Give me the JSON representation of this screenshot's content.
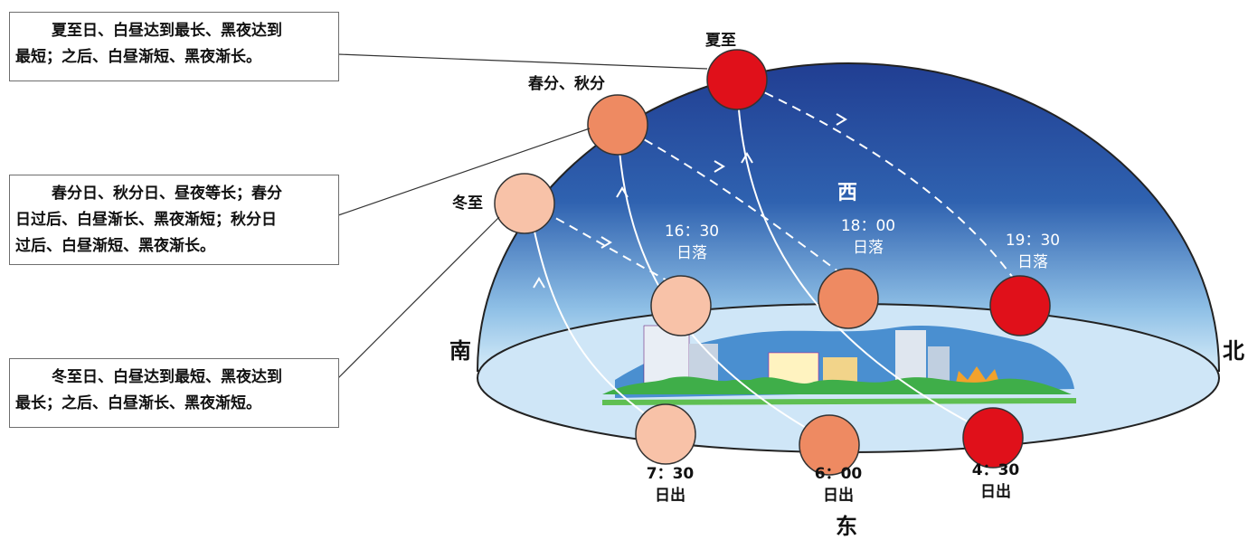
{
  "notes": {
    "summer": {
      "line1": "夏至日、白昼达到最长、黑夜达到",
      "line2": "最短；之后、白昼渐短、黑夜渐长。"
    },
    "equinox": {
      "line1": "春分日、秋分日、昼夜等长；春分",
      "line2": "日过后、白昼渐长、黑夜渐短；秋分日",
      "line3": "过后、白昼渐短、黑夜渐长。"
    },
    "winter": {
      "line1": "冬至日、白昼达到最短、黑夜达到",
      "line2": "最长；之后、白昼渐长、黑夜渐短。"
    }
  },
  "seasons": {
    "summer": "夏至",
    "equinox": "春分、秋分",
    "winter": "冬至"
  },
  "directions": {
    "south": "南",
    "north": "北",
    "east": "东",
    "west": "西"
  },
  "sunsets": [
    {
      "time": "16：30",
      "label": "日落"
    },
    {
      "time": "18：00",
      "label": "日落"
    },
    {
      "time": "19：30",
      "label": "日落"
    }
  ],
  "sunrises": [
    {
      "time": "7：30",
      "label": "日出"
    },
    {
      "time": "6：00",
      "label": "日出"
    },
    {
      "time": "4：30",
      "label": "日出"
    }
  ],
  "colors": {
    "summer_sun": "#e0101a",
    "equinox_sun": "#ee8a62",
    "winter_sun": "#f8c2a8",
    "sky_top": "#1f3f95",
    "sky_bottom": "#cfe6f7"
  }
}
